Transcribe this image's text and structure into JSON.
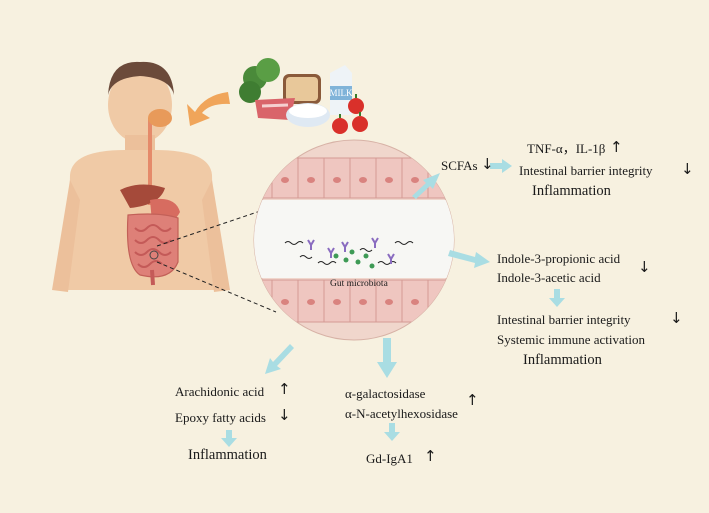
{
  "center": {
    "label": "Gut microbiota"
  },
  "food": {
    "milk_text": "MILK"
  },
  "glyphs": {
    "up": "↑",
    "down": "↓"
  },
  "scfa": {
    "label": "SCFAs",
    "tnf": "TNF-α，IL-1β",
    "barrier": "Intestinal barrier integrity",
    "outcome": "Inflammation"
  },
  "indole": {
    "ipa": "Indole-3-propionic acid",
    "iaa": "Indole-3-acetic acid",
    "barrier": "Intestinal barrier integrity",
    "immune": "Systemic immune activation",
    "outcome": "Inflammation"
  },
  "lipid": {
    "arachidonic": "Arachidonic acid",
    "epoxy": "Epoxy fatty acids",
    "outcome": "Inflammation"
  },
  "enzyme": {
    "galactosidase": "α-galactosidase",
    "hexosidase": "α-N-acetylhexosidase",
    "iga": "Gd-IgA1"
  },
  "colors": {
    "arrow": "#a9dde3",
    "background": "#f7f1e0",
    "circle": "#f0d6cc",
    "orange": "#f0a55a"
  }
}
